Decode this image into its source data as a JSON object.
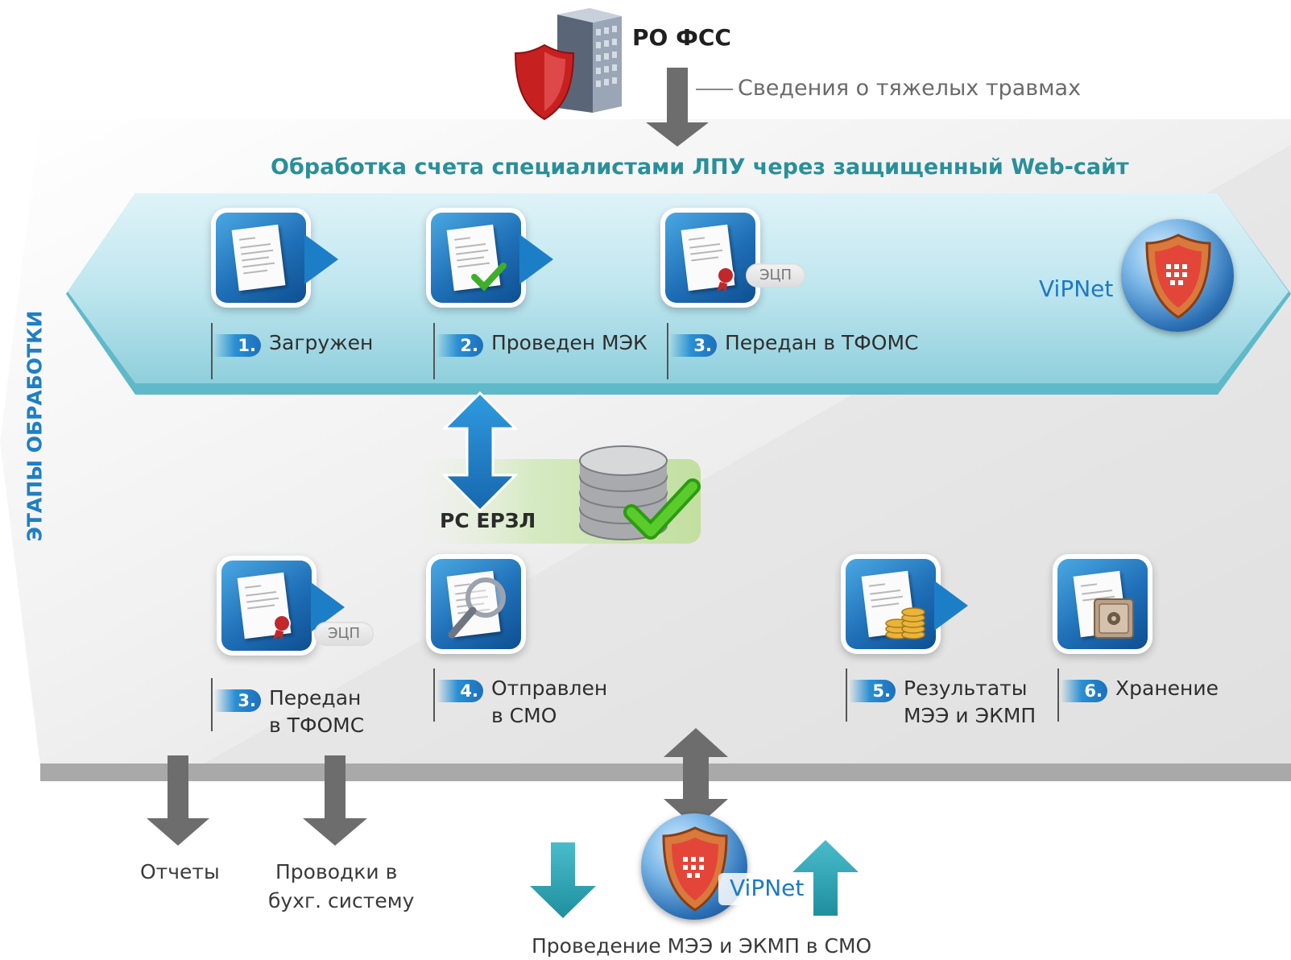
{
  "header": {
    "source": "РО ФСС",
    "source_note": "Сведения о тяжелых травмах"
  },
  "processing_title": "Обработка счета специалистами ЛПУ через защищенный Web-сайт",
  "side_label": "ЭТАПЫ ОБРАБОТКИ",
  "top_steps": [
    {
      "num": "1.",
      "label": "Загружен",
      "icon": "document-icon"
    },
    {
      "num": "2.",
      "label": "Проведен МЭК",
      "icon": "document-check-icon"
    },
    {
      "num": "3.",
      "label": "Передан в ТФОМС",
      "icon": "document-seal-icon",
      "badge": "ЭЦП"
    }
  ],
  "vipnet_label": "ViPNet",
  "registry": {
    "label": "РС ЕРЗЛ",
    "icon": "database-check-icon"
  },
  "bottom_steps": [
    {
      "num": "3.",
      "line1": "Передан",
      "line2": "в ТФОМС",
      "icon": "document-seal-icon",
      "badge": "ЭЦП"
    },
    {
      "num": "4.",
      "line1": "Отправлен",
      "line2": "в СМО",
      "icon": "document-magnifier-icon"
    },
    {
      "num": "5.",
      "line1": "Результаты",
      "line2": "МЭЭ и ЭКМП",
      "icon": "document-coins-icon"
    },
    {
      "num": "6.",
      "line1": "Хранение",
      "line2": "",
      "icon": "safe-icon"
    }
  ],
  "outputs": {
    "reports": "Отчеты",
    "postings_line1": "Проводки в",
    "postings_line2": "бухг. систему",
    "smo_vipnet": "ViPNet",
    "smo_caption": "Проведение МЭЭ и ЭКМП в СМО"
  },
  "colors": {
    "teal_title": "#2a8f99",
    "blue_side": "#1f7fc4",
    "arrow_gray": "#6d6d6d",
    "arrow_teal": "#2aa6b6"
  }
}
